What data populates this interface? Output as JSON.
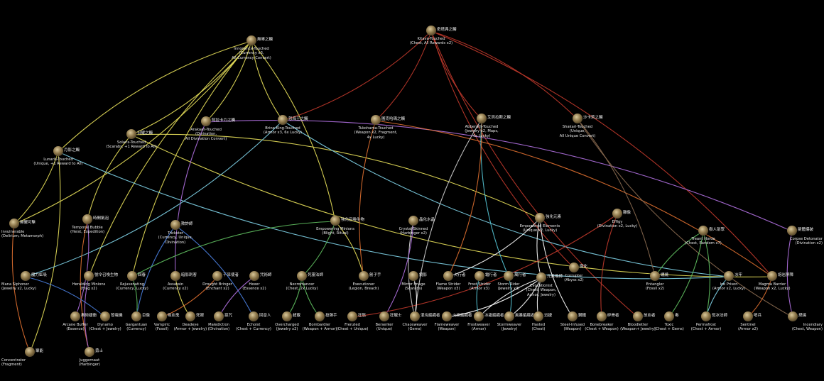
{
  "nodes": [
    {
      "id": "innocence",
      "name": "Innocence-Touched",
      "detail": "(Currency x3,\nAll Currency Convert)",
      "zh": "無辜之觸"
    },
    {
      "id": "kitava",
      "name": "Kitava-Touched",
      "detail": "(Chest, All Rewards x2)",
      "zh": "奇塔弗之觸"
    },
    {
      "id": "solaris",
      "name": "Solaris-Touched",
      "detail": "(Scarabs, +1 Reward to All)",
      "zh": "日耀之觸"
    },
    {
      "id": "arakaali",
      "name": "Arakaali-Touched",
      "detail": "(Divination,\nAll Divination Convert)",
      "zh": "阿拉卡力之觸"
    },
    {
      "id": "brine",
      "name": "Brine King-Touched",
      "detail": "(Armor x3, 6x Lucky)",
      "zh": "怒海王之觸"
    },
    {
      "id": "tukohama",
      "name": "Tukohama-Touched",
      "detail": "(Weapon x2, Fragment,\n4x Lucky)",
      "zh": "圖克哈瑪之觸"
    },
    {
      "id": "abberath",
      "name": "Abberath-Touched",
      "detail": "(Jewelry x2, Maps,\n4x Lucky)",
      "zh": "艾貝拉斯之觸"
    },
    {
      "id": "shakari",
      "name": "Shakari-Touched",
      "detail": "(Unique,\nAll Unique Convert)",
      "zh": "沙卡莉之觸"
    },
    {
      "id": "lunaris",
      "name": "Lunaris-Touched",
      "detail": "(Unique, +1 Reward to All)",
      "zh": "月影之觸"
    },
    {
      "id": "invulnerable",
      "name": "Invulnerable",
      "detail": "(Delirium, Metamorph)",
      "zh": "無懈可擊"
    },
    {
      "id": "temporal",
      "name": "Temporal Bubble",
      "detail": "(Heist, Expedition)",
      "zh": "時間氣泡"
    },
    {
      "id": "trickster",
      "name": "Trickster",
      "detail": "(Currency, Unique,\nDivination)",
      "zh": "欺詐師"
    },
    {
      "id": "empminions",
      "name": "Empowering Minions",
      "detail": "(Blight, Ritual)",
      "zh": "強化召喚生物"
    },
    {
      "id": "crystal",
      "name": "Crystal-Skinned",
      "detail": "(Harbinger x2)",
      "zh": "晶化水晶"
    },
    {
      "id": "empelements",
      "name": "Empowered Elements",
      "detail": "(Unique x2, Lucky)",
      "zh": "強化元素"
    },
    {
      "id": "effigy",
      "name": "Effigy",
      "detail": "(Divination x2, Lucky)",
      "zh": "雕像"
    },
    {
      "id": "treant",
      "name": "Treant Horde",
      "detail": "(Chest, Random x7)",
      "zh": "樹人部眾"
    },
    {
      "id": "corpsedet",
      "name": "Corpse Detonator",
      "detail": "(Divination x2)",
      "zh": "屍體爆破"
    },
    {
      "id": "manasiph",
      "name": "Mana Siphoner",
      "detail": "(Jewelry x2, Lucky)",
      "zh": "魔力虹吸"
    },
    {
      "id": "heralding",
      "name": "Heralding Minions",
      "detail": "(Frag x2)",
      "zh": "號令召喚生物"
    },
    {
      "id": "rejuv",
      "name": "Rejuvenating",
      "detail": "(Currency, Lucky)",
      "zh": "回春"
    },
    {
      "id": "assassin",
      "name": "Assassin",
      "detail": "(Currency x2)",
      "zh": "暗影刺客"
    },
    {
      "id": "drought",
      "name": "Drought Bringer",
      "detail": "(Enchant x2)",
      "zh": "干旱使者"
    },
    {
      "id": "heist_n",
      "name": "Hexer",
      "detail": "(Essence x2)",
      "zh": "咒術師"
    },
    {
      "id": "necro",
      "name": "Necromancer",
      "detail": "(Chest, 2x Lucky)",
      "zh": "死靈法師"
    },
    {
      "id": "executioner",
      "name": "Executioner",
      "detail": "(Legion, Breach)",
      "zh": "劊子手"
    },
    {
      "id": "mirror",
      "name": "Mirror Image",
      "detail": "(Scarabs)",
      "zh": "鏡影"
    },
    {
      "id": "flamestr",
      "name": "Flame Strider",
      "detail": "(Weapon x3)",
      "zh": "火行者"
    },
    {
      "id": "froststr",
      "name": "Frost Strider",
      "detail": "(Armor x3)",
      "zh": "霜行者"
    },
    {
      "id": "stormrider",
      "name": "Storm Rider",
      "detail": "(Jewelry x3)",
      "zh": "風行者"
    },
    {
      "id": "evocation",
      "name": "Evocationist",
      "detail": "(Chest, Weapon,\nArmor, Jewelry)",
      "zh": "元素喚師"
    },
    {
      "id": "corrupter",
      "name": "Corrupter",
      "detail": "(Abyss x2)",
      "zh": "腐化"
    },
    {
      "id": "entangler",
      "name": "Entangler",
      "detail": "(Fossil x2)",
      "zh": "纏繞"
    },
    {
      "id": "iceprison",
      "name": "Ice Prison",
      "detail": "(Armor x2, Lucky)",
      "zh": "冰牢"
    },
    {
      "id": "magmabar",
      "name": "Magma Barrier",
      "detail": "(Weapon x2, Lucky)",
      "zh": "熔岩屏障"
    },
    {
      "id": "arcanebuf",
      "name": "Arcane Buffer",
      "detail": "(Essence)",
      "zh": "奧術緩衝"
    },
    {
      "id": "dynamo",
      "name": "Dynamo",
      "detail": "(Chest + Jewelry)",
      "zh": "發電機"
    },
    {
      "id": "gargantuan",
      "name": "Gargantuan",
      "detail": "(Currency)",
      "zh": "巨像"
    },
    {
      "id": "vampiric",
      "name": "Vampiric",
      "detail": "(Fossil)",
      "zh": "吸血鬼"
    },
    {
      "id": "deadeye",
      "name": "Deadeye",
      "detail": "(Armor + Jewelry)",
      "zh": "死眼"
    },
    {
      "id": "malediction",
      "name": "Malediction",
      "detail": "(Divination)",
      "zh": "惡咒"
    },
    {
      "id": "echoist",
      "name": "Echoist",
      "detail": "(Chest + Currency)",
      "zh": "回音人"
    },
    {
      "id": "overcharged",
      "name": "Overcharged",
      "detail": "(Jewelry x2)",
      "zh": "超載"
    },
    {
      "id": "bombardier",
      "name": "Bombardier",
      "detail": "(Weapon + Armor)",
      "zh": "投彈手"
    },
    {
      "id": "frenzied",
      "name": "Frenzied",
      "detail": "(Chest + Unique)",
      "zh": "狂怒"
    },
    {
      "id": "berserker",
      "name": "Berserker",
      "detail": "(Unique)",
      "zh": "狂戰士"
    },
    {
      "id": "chaosweaver",
      "name": "Chaosweaver",
      "detail": "(Gems)",
      "zh": "混沌編織者"
    },
    {
      "id": "flameweaver",
      "name": "Flameweaver",
      "detail": "(Weapon)",
      "zh": "火焰編織者"
    },
    {
      "id": "frostweaver",
      "name": "Frostweaver",
      "detail": "(Armor)",
      "zh": "冰霜編織者"
    },
    {
      "id": "stormweaver",
      "name": "Stormweaver",
      "detail": "(Jewelry)",
      "zh": "風暴編織者"
    },
    {
      "id": "hasted",
      "name": "Hasted",
      "detail": "(Chest)",
      "zh": "迅捷"
    },
    {
      "id": "steelinf",
      "name": "Steel-Infused",
      "detail": "(Weapon)",
      "zh": "鋼鐵"
    },
    {
      "id": "bonebreak",
      "name": "Bonebreaker",
      "detail": "(Chest + Weapon)",
      "zh": "碎骨者"
    },
    {
      "id": "bloodletter",
      "name": "Bloodletter",
      "detail": "(Weapon+ Jewelry)",
      "zh": "放血者"
    },
    {
      "id": "toxic",
      "name": "Toxic",
      "detail": "(Chest + Gems)",
      "zh": "毒"
    },
    {
      "id": "permafrost",
      "name": "Permafrost",
      "detail": "(Chest + Armor)",
      "zh": "恆冰法師"
    },
    {
      "id": "sentinel",
      "name": "Sentinel",
      "detail": "(Armor x2)",
      "zh": "哨兵"
    },
    {
      "id": "incendiary",
      "name": "Incendiary",
      "detail": "(Chest, Weapon)",
      "zh": "燃燒"
    },
    {
      "id": "concentrator",
      "name": "Concentrator",
      "detail": "(Fragment)",
      "zh": "聚能"
    },
    {
      "id": "juggernaut",
      "name": "Juggernaut",
      "detail": "(Harbinger)",
      "zh": "勇士"
    }
  ],
  "edges": [
    {
      "from": "innocence",
      "to": "solaris",
      "color": "#e8e05a"
    },
    {
      "from": "innocence",
      "to": "lunaris",
      "color": "#e8e05a"
    },
    {
      "from": "innocence",
      "to": "arakaali",
      "color": "#e8e05a"
    },
    {
      "from": "innocence",
      "to": "brine",
      "color": "#e8e05a"
    },
    {
      "from": "innocence",
      "to": "empminions",
      "color": "#e8e05a"
    },
    {
      "from": "innocence",
      "to": "heralding",
      "color": "#e8e05a"
    },
    {
      "from": "innocence",
      "to": "invulnerable",
      "color": "#e8e05a"
    },
    {
      "from": "innocence",
      "to": "rejuv",
      "color": "#e8e05a"
    },
    {
      "from": "kitava",
      "to": "tukohama",
      "color": "#c0392b"
    },
    {
      "from": "kitava",
      "to": "abberath",
      "color": "#c0392b"
    },
    {
      "from": "kitava",
      "to": "shakari",
      "color": "#c0392b"
    },
    {
      "from": "kitava",
      "to": "corrupter",
      "color": "#c0392b"
    },
    {
      "from": "kitava",
      "to": "magmabar",
      "color": "#c0392b"
    },
    {
      "from": "kitava",
      "to": "bloodletter",
      "color": "#c0392b"
    },
    {
      "from": "kitava",
      "to": "brine",
      "color": "#c0392b"
    },
    {
      "from": "solaris",
      "to": "temporal",
      "color": "#e8e05a"
    },
    {
      "from": "solaris",
      "to": "empelements",
      "color": "#e8e05a"
    },
    {
      "from": "solaris",
      "to": "magmabar",
      "color": "#e8e05a"
    },
    {
      "from": "lunaris",
      "to": "invulnerable",
      "color": "#e8e05a"
    },
    {
      "from": "lunaris",
      "to": "iceprison",
      "color": "#7fd3e8"
    },
    {
      "from": "lunaris",
      "to": "concentrator",
      "color": "#e8e05a"
    },
    {
      "from": "arakaali",
      "to": "assassin",
      "color": "#b070e0"
    },
    {
      "from": "arakaali",
      "to": "corpsedet",
      "color": "#b070e0"
    },
    {
      "from": "brine",
      "to": "iceprison",
      "color": "#7fd3e8"
    },
    {
      "from": "brine",
      "to": "manasiph",
      "color": "#7fd3e8"
    },
    {
      "from": "tukohama",
      "to": "executioner",
      "color": "#e07030"
    },
    {
      "from": "tukohama",
      "to": "magmabar",
      "color": "#e07030"
    },
    {
      "from": "abberath",
      "to": "stormrider",
      "color": "#56c8d8"
    },
    {
      "from": "abberath",
      "to": "flamestr",
      "color": "#e07030"
    },
    {
      "from": "abberath",
      "to": "chaosweaver",
      "color": "#d0d0d0"
    },
    {
      "from": "shakari",
      "to": "entangler",
      "color": "#8a6a50"
    },
    {
      "from": "shakari",
      "to": "incendiary",
      "color": "#8a6a50"
    },
    {
      "from": "temporal",
      "to": "arcanebuf",
      "color": "#b070e0"
    },
    {
      "from": "temporal",
      "to": "juggernaut",
      "color": "#e07030"
    },
    {
      "from": "trickster",
      "to": "echoist",
      "color": "#4a80e0"
    },
    {
      "from": "trickster",
      "to": "gargantuan",
      "color": "#4a80e0"
    },
    {
      "from": "empminions",
      "to": "necro",
      "color": "#60c060"
    },
    {
      "from": "empminions",
      "to": "rejuv",
      "color": "#60c060"
    },
    {
      "from": "empminions",
      "to": "executioner",
      "color": "#e8e05a"
    },
    {
      "from": "crystal",
      "to": "chaosweaver",
      "color": "#d0d0d0"
    },
    {
      "from": "crystal",
      "to": "berserker",
      "color": "#b070e0"
    },
    {
      "from": "empelements",
      "to": "evocation",
      "color": "#ffffff"
    },
    {
      "from": "empelements",
      "to": "flamestr",
      "color": "#ffffff"
    },
    {
      "from": "empelements",
      "to": "steelinf",
      "color": "#ffffff"
    },
    {
      "from": "evocation",
      "to": "flameweaver",
      "color": "#ffffff"
    },
    {
      "from": "evocation",
      "to": "frostweaver",
      "color": "#ffffff"
    },
    {
      "from": "evocation",
      "to": "stormweaver",
      "color": "#ffffff"
    },
    {
      "from": "evocation",
      "to": "hasted",
      "color": "#ffffff"
    },
    {
      "from": "effigy",
      "to": "frenzied",
      "color": "#c0392b"
    },
    {
      "from": "effigy",
      "to": "bonebreak",
      "color": "#c0392b"
    },
    {
      "from": "treant",
      "to": "toxic",
      "color": "#60c060"
    },
    {
      "from": "treant",
      "to": "entangler",
      "color": "#60c060"
    },
    {
      "from": "treant",
      "to": "permafrost",
      "color": "#60c060"
    },
    {
      "from": "corpsedet",
      "to": "incendiary",
      "color": "#b070e0"
    },
    {
      "from": "manasiph",
      "to": "dynamo",
      "color": "#4a80e0"
    },
    {
      "from": "heralding",
      "to": "juggernaut",
      "color": "#b070e0"
    },
    {
      "from": "rejuv",
      "to": "gargantuan",
      "color": "#60c060"
    },
    {
      "from": "assassin",
      "to": "deadeye",
      "color": "#e8e05a"
    },
    {
      "from": "drought",
      "to": "vampiric",
      "color": "#e07030"
    },
    {
      "from": "heist_n",
      "to": "malediction",
      "color": "#b070e0"
    },
    {
      "from": "necro",
      "to": "overcharged",
      "color": "#60c060"
    },
    {
      "from": "necro",
      "to": "bombardier",
      "color": "#60c060"
    },
    {
      "from": "mirror",
      "to": "chaosweaver",
      "color": "#ffffff"
    },
    {
      "from": "froststr",
      "to": "frostweaver",
      "color": "#56c8d8"
    },
    {
      "from": "stormrider",
      "to": "stormweaver",
      "color": "#56c8d8"
    },
    {
      "from": "iceprison",
      "to": "permafrost",
      "color": "#7fd3e8"
    },
    {
      "from": "magmabar",
      "to": "sentinel",
      "color": "#e07030"
    },
    {
      "from": "invulnerable",
      "to": "concentrator",
      "color": "#e07030"
    }
  ]
}
